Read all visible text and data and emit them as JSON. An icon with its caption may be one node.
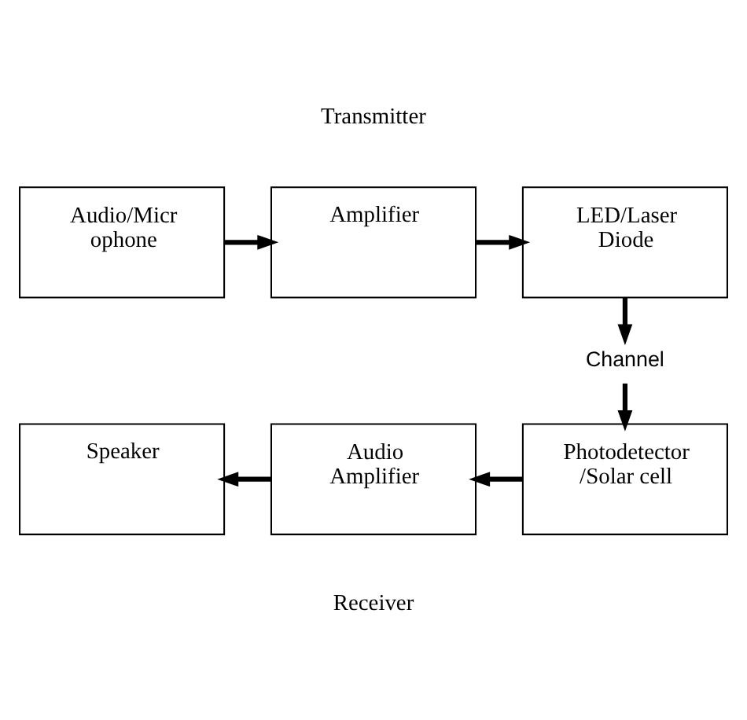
{
  "diagram": {
    "nodes": [
      {
        "text": [
          "Audio/Micr ophone"
        ]
      },
      {
        "text": [
          "Amplifier"
        ]
      },
      {
        "text": [
          "LED/Laser Diode"
        ]
      },
      {
        "text": [
          "Channel"
        ]
      },
      {
        "text": [
          "Photodetector /Solar cell"
        ]
      },
      {
        "text": [
          "Audio Amplifier"
        ]
      },
      {
        "text": [
          "Speaker"
        ]
      }
    ],
    "edges": [
      {
        "from": 0,
        "to": 1,
        "arrow": "to"
      },
      {
        "from": 1,
        "to": 2,
        "arrow": "to"
      },
      {
        "from": 2,
        "to": 3,
        "arrow": "to"
      },
      {
        "from": 3,
        "to": 4,
        "arrow": "to"
      },
      {
        "from": 4,
        "to": 5,
        "arrow": "to"
      },
      {
        "from": 5,
        "to": 6,
        "arrow": "to"
      }
    ],
    "labels": [
      "Transmitter",
      "Receiver"
    ]
  }
}
